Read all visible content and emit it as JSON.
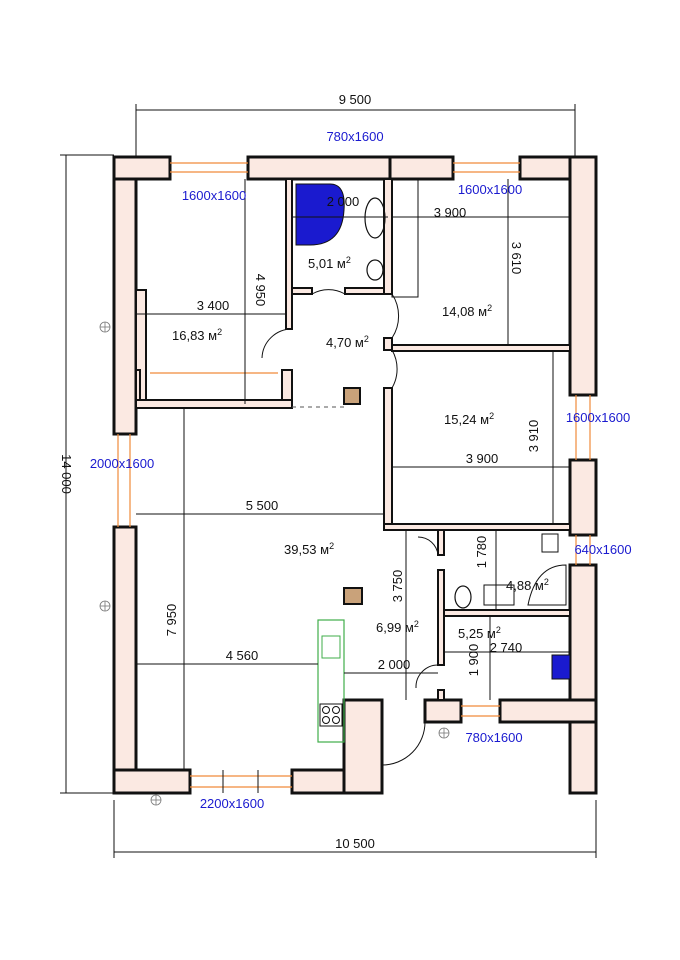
{
  "dimensions": {
    "top_width": "9 500",
    "bottom_width": "10 500",
    "left_height": "14 000",
    "bedroom1_height": "4 950",
    "bedroom1_width": "3 400",
    "bath_width": "2 000",
    "bedroom2_width": "3 900",
    "bedroom2_height": "3 610",
    "bedroom3_height": "3 910",
    "bedroom3_width": "3 900",
    "living_width": "5 500",
    "living_height": "7 950",
    "kitchen_width": "4 560",
    "hall_height": "3 750",
    "hall_width": "2 000",
    "wc_height": "1 780",
    "boiler_height": "1 900",
    "boiler_width": "2 740"
  },
  "areas": {
    "bedroom1": "16,83 м",
    "bath": "5,01 м",
    "corridor": "4,70 м",
    "bedroom2": "14,08 м",
    "bedroom3": "15,24 м",
    "living": "39,53 м",
    "hall": "6,99 м",
    "wc": "4,88 м",
    "boiler": "5,25 м",
    "sup": "2"
  },
  "windows": {
    "top_center": "780x1600",
    "bedroom1": "1600x1600",
    "bedroom2": "1600x1600",
    "right_mid": "1600x1600",
    "left": "2000x1600",
    "right_small": "640x1600",
    "bottom_right": "780x1600",
    "bottom_left": "2200x1600"
  },
  "colors": {
    "wall_fill": "#fbe9e2",
    "window_text": "#1a1acf",
    "window_line": "#f08a3a",
    "bath_fixture": "#1a1acf",
    "kitchen_line": "#3fae4a"
  }
}
